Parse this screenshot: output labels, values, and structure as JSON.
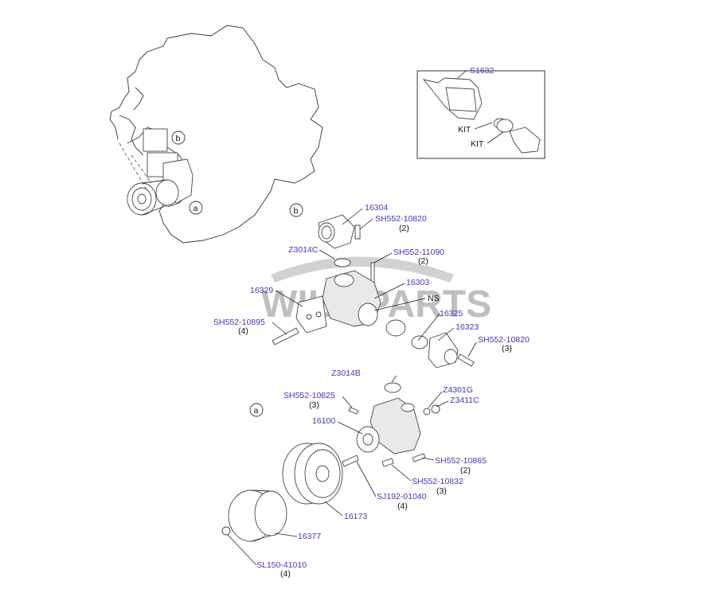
{
  "watermark": {
    "text_left": "WIL",
    "text_right": "PARTS"
  },
  "callouts": {
    "a": "a",
    "b": "b"
  },
  "kit_box": {
    "ref": "S1632",
    "kit1": "KIT",
    "kit2": "KIT"
  },
  "parts": {
    "p16304": "16304",
    "sh552_10820_top": "SH552-10820",
    "sh552_10820_top_qty": "(2)",
    "z3014c": "Z3014C",
    "sh552_11090": "SH552-11090",
    "sh552_11090_qty": "(2)",
    "p16303": "16303",
    "p16329": "16329",
    "ns": "NS",
    "p16325": "16325",
    "sh552_10895": "SH552-10895",
    "sh552_10895_qty": "(4)",
    "p16323": "16323",
    "sh552_10820_right": "SH552-10820",
    "sh552_10820_right_qty": "(3)",
    "z3014b": "Z3014B",
    "sh552_10825": "SH552-10825",
    "sh552_10825_qty": "(3)",
    "z4301g": "Z4301G",
    "z3411c": "Z3411C",
    "p16100": "16100",
    "sh552_10865": "SH552-10865",
    "sh552_10865_qty": "(2)",
    "sh552_10832": "SH552-10832",
    "sh552_10832_qty": "(3)",
    "sj192_01040": "SJ192-01040",
    "sj192_01040_qty": "(4)",
    "p16173": "16173",
    "p16377": "16377",
    "sl150_41010": "SL150-41010",
    "sl150_41010_qty": "(4)"
  }
}
